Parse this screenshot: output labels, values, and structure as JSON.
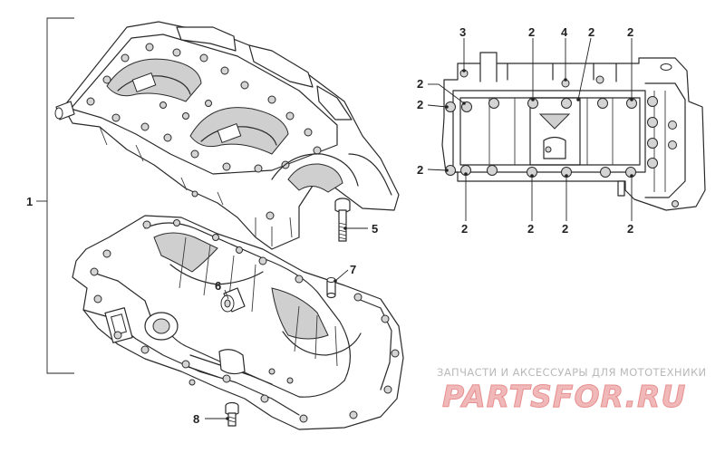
{
  "diagram": {
    "callouts": {
      "c1": "1",
      "c5": "5",
      "c6": "6",
      "c7": "7",
      "c8": "8",
      "top3": "3",
      "top2a": "2",
      "top4": "4",
      "top2b": "2",
      "top2c": "2",
      "left2a": "2",
      "left2b": "2",
      "left2c": "2",
      "bot2a": "2",
      "bot2b": "2",
      "bot2c": "2",
      "bot2d": "2"
    },
    "colors": {
      "line": "#2a2a2a",
      "shade": "#cfcfcf",
      "watermark_text": "#b9b9b9",
      "watermark_logo": "#e78f8f"
    }
  },
  "watermark": {
    "subtitle": "ЗАПЧАСТИ И АКСЕССУАРЫ ДЛЯ МОТОТЕХНИКИ",
    "logo": "PARTSFOR.RU"
  }
}
